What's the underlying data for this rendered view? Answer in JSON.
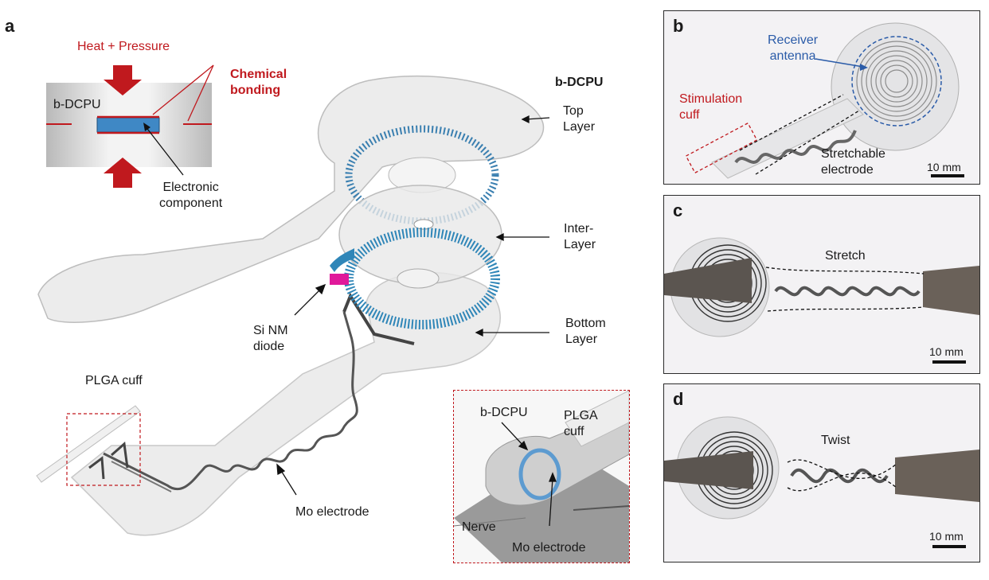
{
  "panel_a": {
    "letter": "a",
    "inset_top": {
      "heat_pressure": "Heat + Pressure",
      "chemical_bonding": "Chemical\nbonding",
      "material": "b-DCPU",
      "component": "Electronic\ncomponent"
    },
    "layers": {
      "title": "b-DCPU",
      "top": "Top\nLayer",
      "inter": "Inter-\nLayer",
      "bottom": "Bottom\nLayer"
    },
    "si_nm_diode": "Si NM\ndiode",
    "plga_cuff": "PLGA cuff",
    "mo_electrode": "Mo electrode",
    "inset_bottom": {
      "material": "b-DCPU",
      "plga_cuff": "PLGA\ncuff",
      "nerve": "Nerve",
      "mo_electrode": "Mo electrode"
    }
  },
  "panel_b": {
    "letter": "b",
    "receiver_antenna": "Receiver\nantenna",
    "stimulation_cuff": "Stimulation\ncuff",
    "stretchable_electrode": "Stretchable\nelectrode",
    "scale": "10 mm"
  },
  "panel_c": {
    "letter": "c",
    "label": "Stretch",
    "scale": "10 mm"
  },
  "panel_d": {
    "letter": "d",
    "label": "Twist",
    "scale": "10 mm"
  },
  "colors": {
    "accent_red": "#c0191e",
    "label_blue": "#2a5ba8",
    "coil_blue": "#2f86b8",
    "diode_magenta": "#e0199a"
  }
}
